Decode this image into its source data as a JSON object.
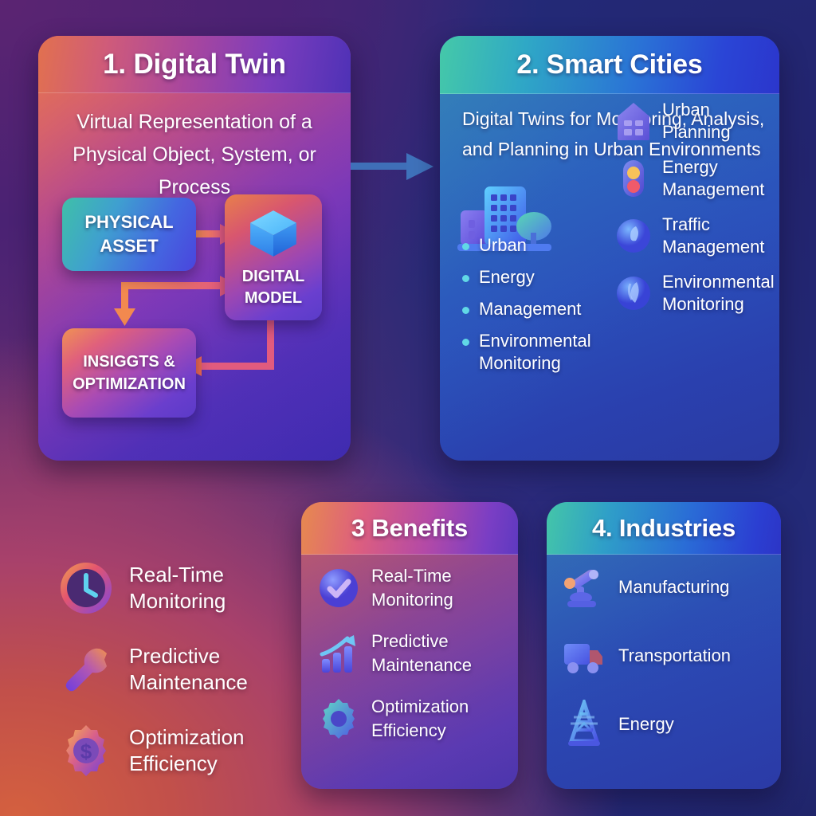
{
  "panels": {
    "digital_twin": {
      "title": "1. Digital Twin",
      "description": "Virtual Representation of a Physical Object, System, or Process",
      "flow": {
        "physical_asset": "PHYSICAL ASSET",
        "digital_model": "DIGITAL MODEL",
        "insights": "INSIGGTS & OPTIMIZATION"
      }
    },
    "smart_cities": {
      "title": "2. Smart Cities",
      "description": "Digital Twins for Monitoring, Analysis, and Planning in Urban Environments",
      "bullets": [
        "Urban",
        "Energy",
        "Management",
        "Environmental Monitoring"
      ],
      "icon_items": [
        {
          "icon": "building-icon",
          "label": "Urban Planning"
        },
        {
          "icon": "traffic-light-icon",
          "label": "Energy Management"
        },
        {
          "icon": "traffic-circle-icon",
          "label": "Traffic Management"
        },
        {
          "icon": "leaf-circle-icon",
          "label": "Environmental Monitoring"
        }
      ]
    },
    "benefits": {
      "title": "3 Benefits",
      "items": [
        {
          "icon": "check-circle-icon",
          "label": "Real-Time Monitoring"
        },
        {
          "icon": "growth-chart-icon",
          "label": "Predictive Maintenance"
        },
        {
          "icon": "gear-icon",
          "label": "Optimization Efficiency"
        }
      ]
    },
    "industries": {
      "title": "4. Industries",
      "items": [
        {
          "icon": "robot-arm-icon",
          "label": "Manufacturing"
        },
        {
          "icon": "truck-icon",
          "label": "Transportation"
        },
        {
          "icon": "power-tower-icon",
          "label": "Energy"
        }
      ]
    },
    "features": {
      "items": [
        {
          "icon": "clock-icon",
          "label": "Real-Time Monitoring"
        },
        {
          "icon": "wrench-icon",
          "label": "Predictive Maintenance"
        },
        {
          "icon": "gear-dollar-icon",
          "label": "Optimization Efficiency"
        }
      ]
    }
  },
  "colors": {
    "accent_pink": "#e3667f",
    "accent_orange": "#f0713f",
    "bullet_cyan": "#61d8e6",
    "arrow_blue": "#3f6fb8",
    "cube_blue": "#46a8f5"
  }
}
